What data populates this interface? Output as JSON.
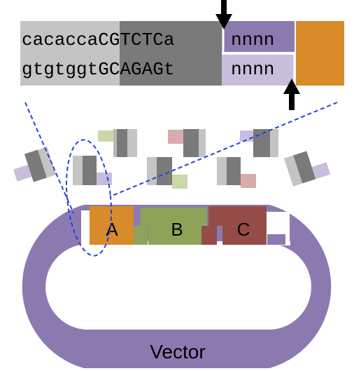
{
  "sequence": {
    "top_prefix": "cacacca",
    "top_site": "CGTCTCa",
    "top_overhang": "nnnn",
    "bottom_prefix": "gtgtggt",
    "bottom_site": "GCAGAGt",
    "bottom_overhang": "nnnn"
  },
  "parts": {
    "a_label": "A",
    "b_label": "B",
    "c_label": "C"
  },
  "vector": {
    "label": "Vector"
  },
  "colors": {
    "vector": "#8B7AB0",
    "vector_light": "#C8BEDC",
    "part_a": "#D98A2A",
    "part_b": "#8FA358",
    "part_c": "#964C46",
    "seq_light_gray": "#C4C4C4",
    "seq_dark_gray": "#7A7A7A",
    "dashed_blue": "#2442D8"
  }
}
